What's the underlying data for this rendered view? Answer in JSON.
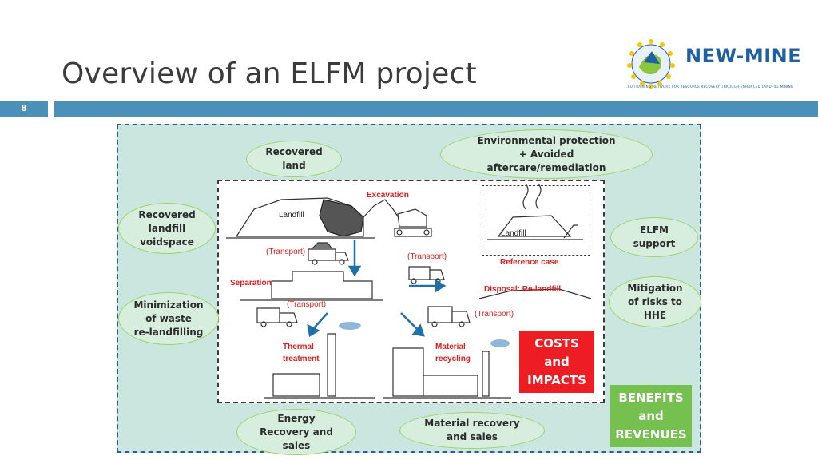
{
  "slide": {
    "title": "Overview of an ELFM project",
    "number": "8"
  },
  "logo": {
    "name": "NEW-MINE",
    "tagline": "EU TRAINING NETWORK FOR RESOURCE RECOVERY THROUGH ENHANCED LANDFILL MINING"
  },
  "benefits_ellipses": {
    "environmental": [
      "Environmental protection",
      "+ Avoided",
      "aftercare/remediation"
    ],
    "recovered_land": [
      "Recovered",
      "land"
    ],
    "recovered_voidspace": [
      "Recovered",
      "landfill",
      "voidspace"
    ],
    "minimization": [
      "Minimization",
      "of waste",
      "re-landfilling"
    ],
    "elfm_support": [
      "ELFM",
      "support"
    ],
    "mitigation": [
      "Mitigation",
      "of risks to",
      "HHE"
    ],
    "energy": [
      "Energy",
      "Recovery and",
      "sales"
    ],
    "material_recovery": [
      "Material recovery",
      "and  sales"
    ]
  },
  "process": {
    "excavation": "Excavation",
    "landfill": "Landfill",
    "transport_1": "(Transport)",
    "transport_2": "(Transport)",
    "transport_3": "(Transport)",
    "transport_4": "(Transport)",
    "separation": "Separation",
    "thermal": [
      "Thermal",
      "treatment"
    ],
    "material_recycling": [
      "Material",
      "recycling"
    ],
    "disposal": "Disposal: Re-landfill",
    "reference_landfill": "Landfill",
    "reference_case": "Reference case"
  },
  "costs_box": [
    "COSTS",
    "and",
    "IMPACTS"
  ],
  "benefits_box": [
    "BENEFITS",
    "and",
    "REVENUES"
  ],
  "colors": {
    "accent_blue": "#4a90b8",
    "outer_bg": "#cbe6df",
    "ellipse_border": "#9bd36b",
    "costs_red": "#ee1d24",
    "benefits_green": "#76c04f",
    "arrow_blue": "#1f6fa8"
  }
}
